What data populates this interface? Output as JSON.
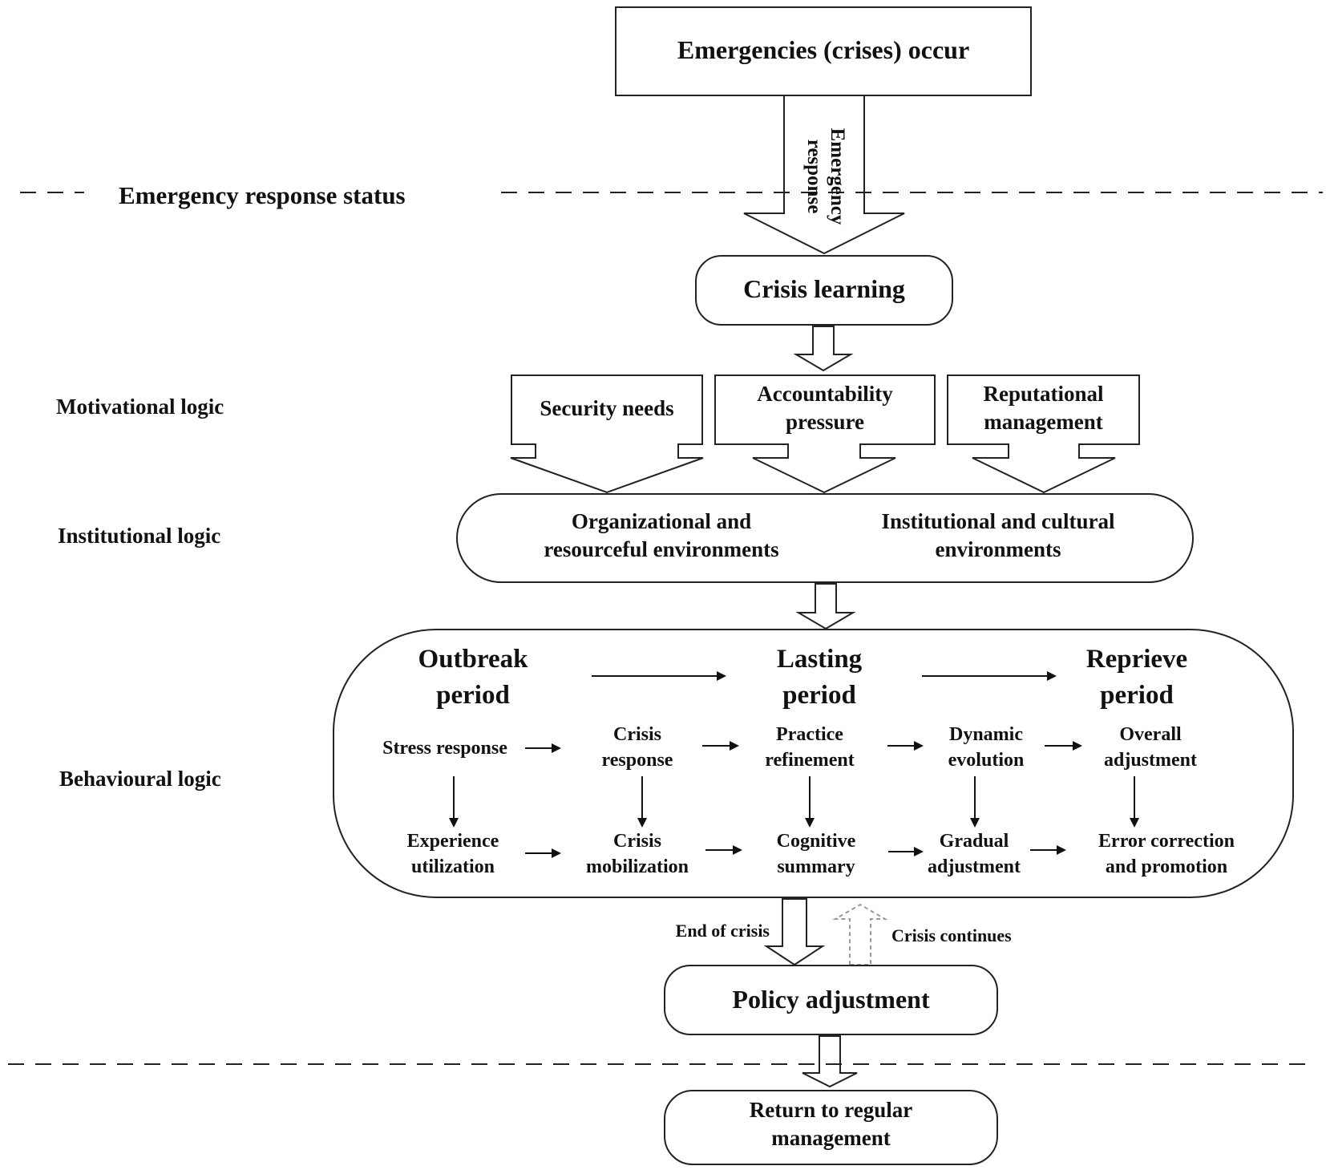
{
  "top_box": "Emergencies (crises) occur",
  "emergency_arrow_label": [
    "Emergency",
    "response"
  ],
  "status_label": "Emergency response status",
  "crisis_learning": "Crisis learning",
  "side_labels": {
    "motivational": "Motivational logic",
    "institutional": "Institutional logic",
    "behavioural": "Behavioural logic"
  },
  "motivations": [
    {
      "lines": [
        "Security needs"
      ]
    },
    {
      "lines": [
        "Accountability",
        "pressure"
      ]
    },
    {
      "lines": [
        "Reputational",
        "management"
      ]
    }
  ],
  "environments": [
    [
      "Organizational and",
      "resourceful environments"
    ],
    [
      "Institutional and cultural",
      "environments"
    ]
  ],
  "periods": [
    [
      "Outbreak",
      "period"
    ],
    [
      "Lasting",
      "period"
    ],
    [
      "Reprieve",
      "period"
    ]
  ],
  "row1": [
    [
      "Stress response"
    ],
    [
      "Crisis",
      "response"
    ],
    [
      "Practice",
      "refinement"
    ],
    [
      "Dynamic",
      "evolution"
    ],
    [
      "Overall",
      "adjustment"
    ]
  ],
  "row2": [
    [
      "Experience",
      "utilization"
    ],
    [
      "Crisis",
      "mobilization"
    ],
    [
      "Cognitive",
      "summary"
    ],
    [
      "Gradual",
      "adjustment"
    ],
    [
      "Error correction",
      "and promotion"
    ]
  ],
  "end_of_crisis": "End of crisis",
  "crisis_continues": "Crisis continues",
  "policy_adjustment": "Policy adjustment",
  "return_box": [
    "Return to regular",
    "management"
  ]
}
